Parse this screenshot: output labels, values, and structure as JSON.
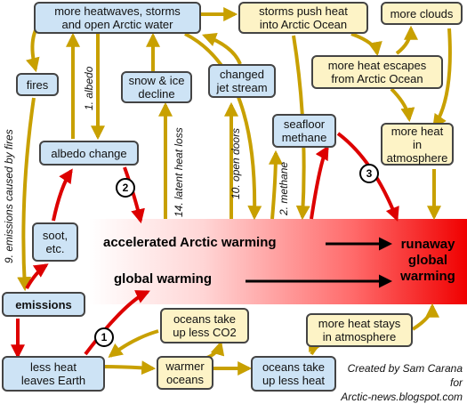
{
  "nodes": {
    "heatwaves": "more heatwaves, storms\nand open Arctic water",
    "storms_push": "storms push heat\ninto Arctic Ocean",
    "more_clouds": "more clouds",
    "fires": "fires",
    "snow_ice": "snow & ice\ndecline",
    "jet_stream": "changed\njet stream",
    "heat_escapes": "more heat escapes\nfrom Arctic Ocean",
    "seafloor": "seafloor\nmethane",
    "albedo_change": "albedo change",
    "heat_atmosphere": "more heat in\natmosphere",
    "soot": "soot,\netc.",
    "emissions": "emissions",
    "oceans_co2": "oceans take\nup less CO2",
    "heat_stays": "more heat stays\nin atmosphere",
    "less_heat": "less heat\nleaves Earth",
    "warmer_oceans": "warmer\noceans",
    "oceans_heat": "oceans take\nup less heat"
  },
  "band": {
    "accelerated": "accelerated Arctic warming",
    "global": "global warming",
    "runaway": "runaway\nglobal\nwarming"
  },
  "labels": {
    "albedo": "1. albedo",
    "emissions_fires": "9. emissions caused by fires",
    "latent": "14. latent heat loss",
    "open_doors": "10. open doors",
    "methane": "2. methane"
  },
  "circles": {
    "c1": "1",
    "c2": "2",
    "c3": "3"
  },
  "credit": {
    "line1": "Created by Sam Carana for",
    "line2": "Arctic-news.blogspot.com"
  },
  "colors": {
    "gold_arrow": "#c8a000",
    "red_arrow": "#dd0000",
    "blue_box": "#cde3f5",
    "yellow_box": "#fdf3c6"
  }
}
